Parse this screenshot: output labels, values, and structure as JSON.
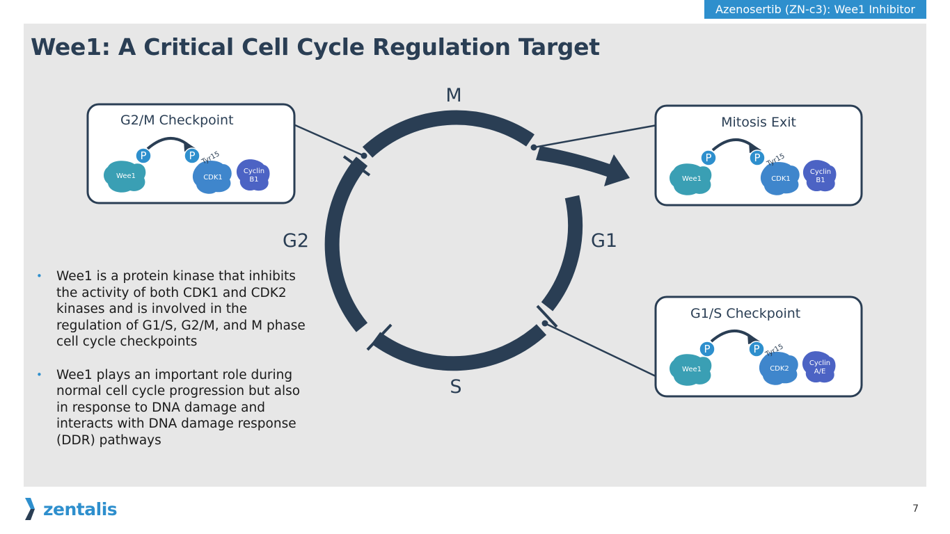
{
  "header_tag": "Azenosertib (ZN-c3): Wee1 Inhibitor",
  "title": "Wee1: A Critical Cell Cycle Regulation Target",
  "cycle": {
    "phases": {
      "m": "M",
      "g1": "G1",
      "s": "S",
      "g2": "G2"
    }
  },
  "checkpoints": [
    {
      "title": "G2/M Checkpoint",
      "kinase": "Wee1",
      "target": "CDK1",
      "cyclin_line1": "Cyclin",
      "cyclin_line2": "B1",
      "site": "Tyr15",
      "phospho": "P"
    },
    {
      "title": "Mitosis Exit",
      "kinase": "Wee1",
      "target": "CDK1",
      "cyclin_line1": "Cyclin",
      "cyclin_line2": "B1",
      "site": "Tyr15",
      "phospho": "P"
    },
    {
      "title": "G1/S Checkpoint",
      "kinase": "Wee1",
      "target": "CDK2",
      "cyclin_line1": "Cyclin",
      "cyclin_line2": "A/E",
      "site": "Tyr15",
      "phospho": "P"
    }
  ],
  "bullets": [
    "Wee1 is a protein kinase that inhibits the activity of both CDK1 and CDK2 kinases and is involved in the regulation of G1/S, G2/M, and M phase cell cycle checkpoints",
    "Wee1 plays an important role during normal cell cycle progression but also in response to DNA damage and interacts with DNA damage response (DDR) pathways"
  ],
  "bullet_marker": "•",
  "logo_text": "zentalis",
  "page_number": "7",
  "colors": {
    "navy": "#2a3e54",
    "accent_blue": "#2e8fcd",
    "wee1_teal": "#3a9fb4",
    "cdk_blue": "#3f86cc",
    "cyclin_indigo": "#4c63c4",
    "panel_gray": "#e7e7e7"
  }
}
